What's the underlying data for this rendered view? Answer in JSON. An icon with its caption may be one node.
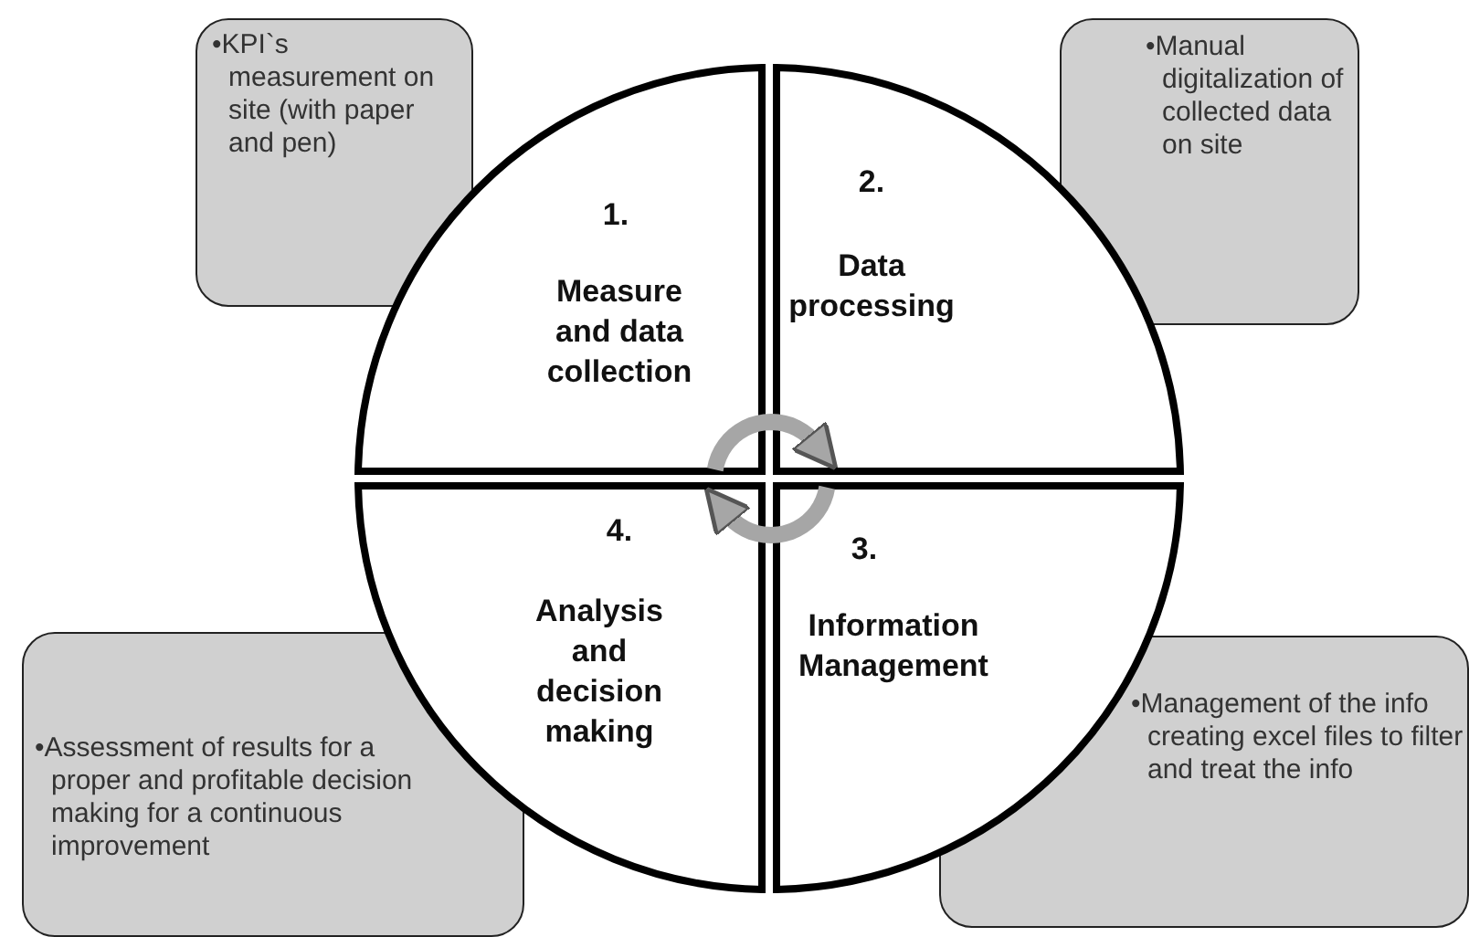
{
  "diagram": {
    "nodes": [
      {
        "text": [
          "1.",
          "Measure and data collection"
        ]
      },
      {
        "text": [
          "2.",
          "Data processing"
        ]
      },
      {
        "text": [
          "3.",
          "Information Management"
        ]
      },
      {
        "text": [
          "4.",
          "Analysis and decision making"
        ]
      },
      {
        "text": [
          "•KPI`s measurement on site (with paper and pen)"
        ]
      },
      {
        "text": [
          "•Manual digitalization of collected data on site"
        ]
      },
      {
        "text": [
          "•Assessment of results for a proper and profitable decision making for a continuous improvement"
        ]
      },
      {
        "text": [
          "•Management of the info creating excel files to filter and treat the info"
        ]
      }
    ],
    "edges": [
      {
        "from": 0,
        "to": 1,
        "arrow": "to"
      },
      {
        "from": 2,
        "to": 3,
        "arrow": "to"
      }
    ]
  }
}
